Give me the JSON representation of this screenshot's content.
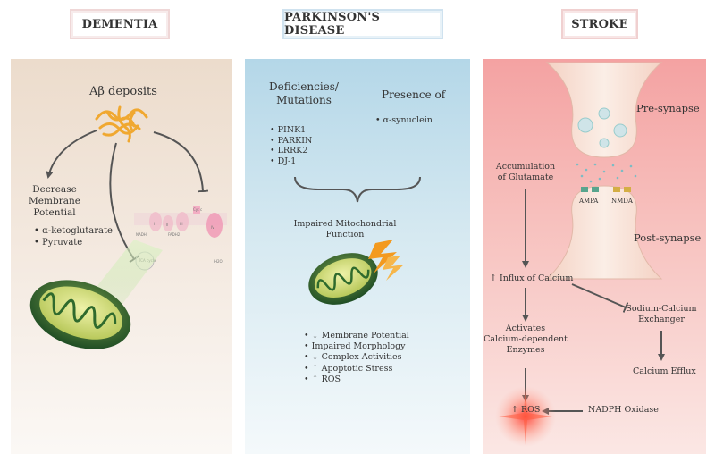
{
  "headers": {
    "dementia": "DEMENTIA",
    "parkinsons": "PARKINSON'S DISEASE",
    "stroke": "STROKE"
  },
  "dementia": {
    "abeta": "Aβ deposits",
    "decrease": [
      "Decrease",
      "Membrane",
      "Potential"
    ],
    "bullets": [
      "• α-ketoglutarate",
      "• Pyruvate"
    ],
    "complex_labels": [
      "I",
      "II",
      "III",
      "IV",
      "Cyt c",
      "TCA cycle",
      "NADH",
      "FADH2",
      "H2O"
    ]
  },
  "parkinsons": {
    "deficiencies": [
      "Deficiencies/",
      "Mutations"
    ],
    "presence": "Presence of",
    "genes": [
      "• PINK1",
      "• PARKIN",
      "• LRRK2",
      "• DJ-1"
    ],
    "synuclein": "• α-synuclein",
    "impaired": [
      "Impaired Mitochondrial",
      "Function"
    ],
    "effects": [
      "• ↓ Membrane Potential",
      "• Impaired Morphology",
      "• ↓ Complex Activities",
      "• ↑ Apoptotic Stress",
      "• ↑ ROS"
    ]
  },
  "stroke": {
    "presynapse": "Pre-synapse",
    "postsynapse": "Post-synapse",
    "accumulation": [
      "Accumulation",
      "of Glutamate"
    ],
    "ampa": "AMPA",
    "nmda": "NMDA",
    "influx": "↑ Influx of Calcium",
    "activates": [
      "Activates",
      "Calcium-dependent",
      "Enzymes"
    ],
    "exchanger": [
      "Sodium-Calcium",
      "Exchanger"
    ],
    "efflux": "Calcium Efflux",
    "ros": "↑ ROS",
    "nadph": "NADPH Oxidase"
  }
}
